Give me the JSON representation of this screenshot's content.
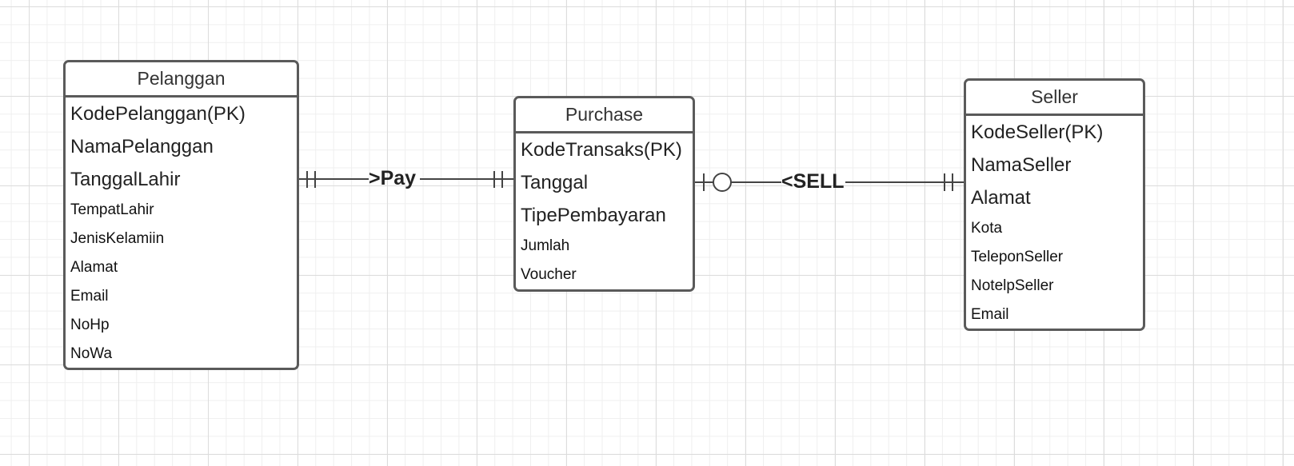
{
  "diagram": {
    "entities": [
      {
        "key": "pelanggan",
        "title": "Pelanggan",
        "attributes_major": [
          "KodePelanggan(PK)",
          "NamaPelanggan",
          "TanggalLahir"
        ],
        "attributes_minor": [
          "TempatLahir",
          "JenisKelamiin",
          "Alamat",
          "Email",
          "NoHp",
          "NoWa"
        ]
      },
      {
        "key": "purchase",
        "title": "Purchase",
        "attributes_major": [
          "KodeTransaks(PK)",
          "Tanggal",
          "TipePembayaran"
        ],
        "attributes_minor": [
          "Jumlah",
          "Voucher"
        ]
      },
      {
        "key": "seller",
        "title": "Seller",
        "attributes_major": [
          "KodeSeller(PK)",
          "NamaSeller",
          "Alamat"
        ],
        "attributes_minor": [
          "Kota",
          "TeleponSeller",
          "NotelpSeller",
          "Email"
        ]
      }
    ],
    "relationships": [
      {
        "label": ">Pay",
        "from": "Pelanggan",
        "to": "Purchase",
        "from_cardinality": "exactly-one",
        "to_cardinality": "exactly-one"
      },
      {
        "label": "<SELL",
        "from": "Purchase",
        "to": "Seller",
        "from_cardinality": "zero-or-one",
        "to_cardinality": "exactly-one"
      }
    ],
    "colors": {
      "border": "#5a5a5a",
      "text": "#333333",
      "grid": "#dcdcdc"
    }
  }
}
